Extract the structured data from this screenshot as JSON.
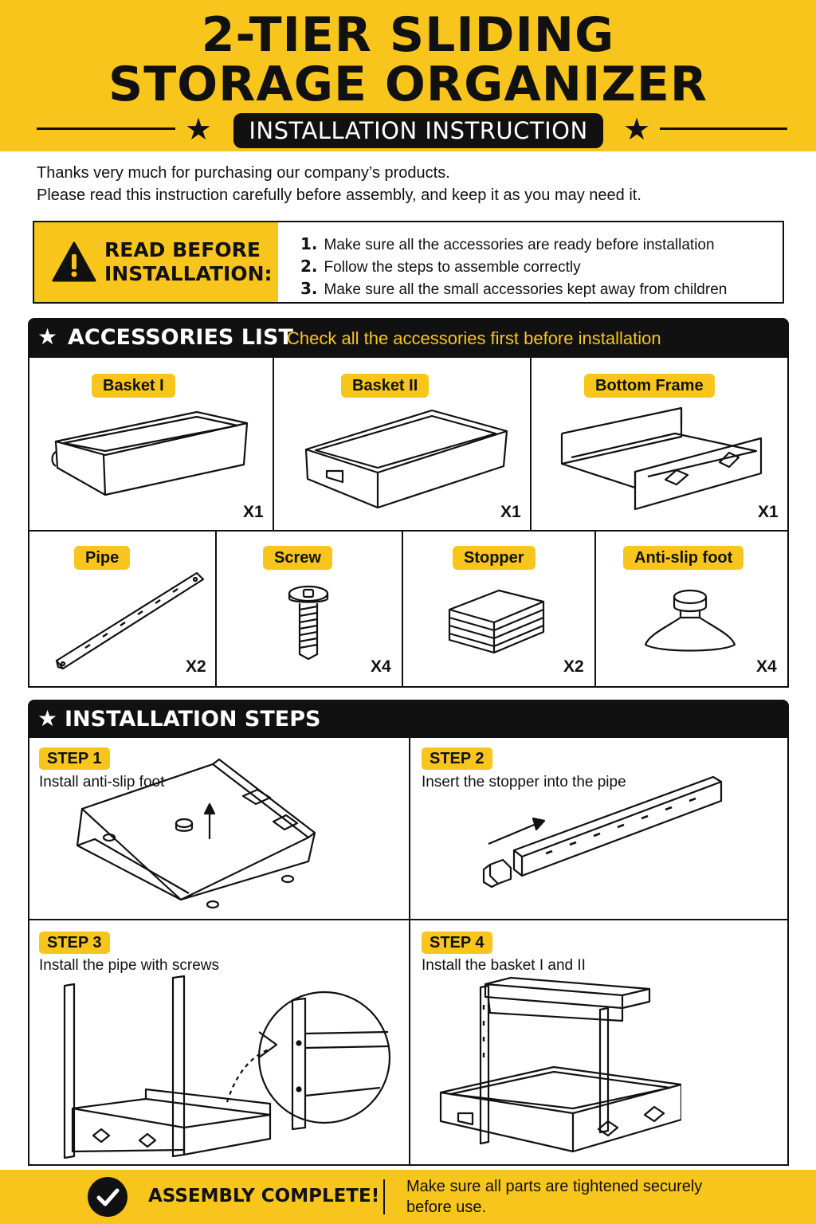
{
  "header": {
    "title_line1": "2-TIER SLIDING",
    "title_line2": "STORAGE ORGANIZER",
    "subtitle": "INSTALLATION INSTRUCTION"
  },
  "intro": {
    "line1": "Thanks very much for purchasing our company’s products.",
    "line2": "Please read this instruction carefully before assembly, and keep it as you may need it."
  },
  "notice": {
    "title_line1": "READ BEFORE",
    "title_line2": "INSTALLATION:",
    "items": [
      {
        "num": "1.",
        "text": "Make sure all the accessories are ready before installation"
      },
      {
        "num": "2.",
        "text": "Follow the steps to assemble correctly"
      },
      {
        "num": "3.",
        "text": "Make sure all the small accessories kept away from children"
      }
    ]
  },
  "accessories": {
    "title": "ACCESSORIES LIST",
    "note": "Check all the accessories first before installation",
    "items": [
      {
        "name": "Basket I",
        "qty": "X1"
      },
      {
        "name": "Basket II",
        "qty": "X1"
      },
      {
        "name": "Bottom Frame",
        "qty": "X1"
      },
      {
        "name": "Pipe",
        "qty": "X2"
      },
      {
        "name": "Screw",
        "qty": "X4"
      },
      {
        "name": "Stopper",
        "qty": "X2"
      },
      {
        "name": "Anti-slip foot",
        "qty": "X4"
      }
    ]
  },
  "steps": {
    "title": "INSTALLATION STEPS",
    "items": [
      {
        "label": "STEP 1",
        "text": "Install anti-slip foot"
      },
      {
        "label": "STEP 2",
        "text": "Insert the stopper into the pipe"
      },
      {
        "label": "STEP 3",
        "text": "Install the pipe with screws"
      },
      {
        "label": "STEP 4",
        "text": "Install the basket I and II"
      }
    ]
  },
  "footer": {
    "title": "ASSEMBLY COMPLETE!",
    "note": "Make sure all parts are tightened securely before use."
  },
  "colors": {
    "accent": "#f8c51c",
    "dark": "#111111",
    "background": "#ffffff"
  }
}
